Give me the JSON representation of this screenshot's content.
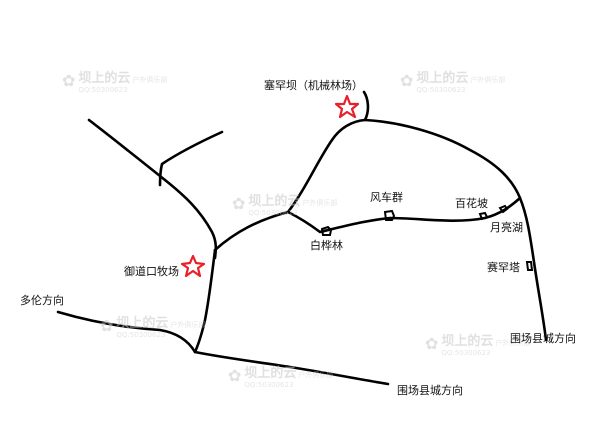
{
  "watermark": {
    "brand": "坝上的云",
    "club": "户外俱乐部",
    "qq": "QQ:50300623"
  },
  "places": {
    "saihanba": "塞罕坝（机械林场）",
    "fengchequn": "风车群",
    "baihualian": "百花坡",
    "yueliang": "月亮湖",
    "baihualin": "白桦林",
    "saihanta": "赛罕塔",
    "yudaokou": "御道口牧场",
    "duolun": "多伦方向",
    "weichang_east": "围场县城方向",
    "weichang_south": "围场县城方向"
  },
  "colors": {
    "road": "#000000",
    "star": "#e8202a"
  }
}
